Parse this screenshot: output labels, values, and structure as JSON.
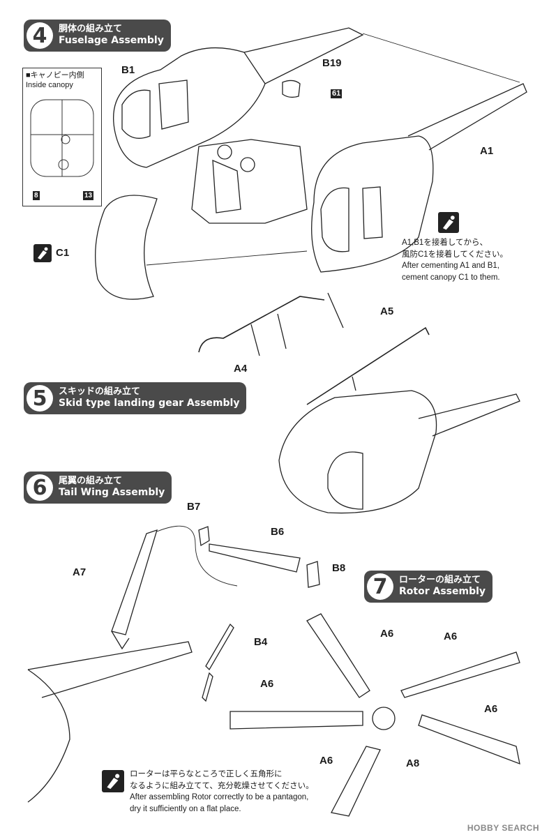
{
  "steps": [
    {
      "num": "4",
      "jp": "胴体の組み立て",
      "en": "Fuselage Assembly"
    },
    {
      "num": "5",
      "jp": "スキッドの組み立て",
      "en": "Skid type landing gear Assembly"
    },
    {
      "num": "6",
      "jp": "尾翼の組み立て",
      "en": "Tail Wing Assembly"
    },
    {
      "num": "7",
      "jp": "ローターの組み立て",
      "en": "Rotor Assembly"
    }
  ],
  "inset": {
    "title_jp": "■キャノピー内側",
    "title_en": "Inside canopy",
    "num_a": "8",
    "num_b": "13"
  },
  "parts": {
    "b1": "B1",
    "b19": "B19",
    "n61": "61",
    "a1": "A1",
    "c1": "C1",
    "a5": "A5",
    "a4": "A4",
    "b7": "B7",
    "b6": "B6",
    "b8": "B8",
    "a7": "A7",
    "b4": "B4",
    "a6_1": "A6",
    "a6_2": "A6",
    "a6_3": "A6",
    "a6_4": "A6",
    "a6_5": "A6",
    "a8": "A8"
  },
  "notes": {
    "canopy_jp1": "A1,B1を接着してから、",
    "canopy_jp2": "風防C1を接着してください。",
    "canopy_en1": "After cementing  A1  and  B1,",
    "canopy_en2": "cement canopy  C1  to them.",
    "rotor_jp1": "ローターは平らなところで正しく五角形に",
    "rotor_jp2": "なるように組み立てて、充分乾燥させてください。",
    "rotor_en1": "After assembling Rotor correctly to be a pantagon,",
    "rotor_en2": "dry it sufficiently on a flat place."
  },
  "icons": [
    "glue-icon"
  ],
  "watermark": "HOBBY SEARCH",
  "colors": {
    "header_bg": "#4a4a4a",
    "ink": "#1a1a1a"
  }
}
